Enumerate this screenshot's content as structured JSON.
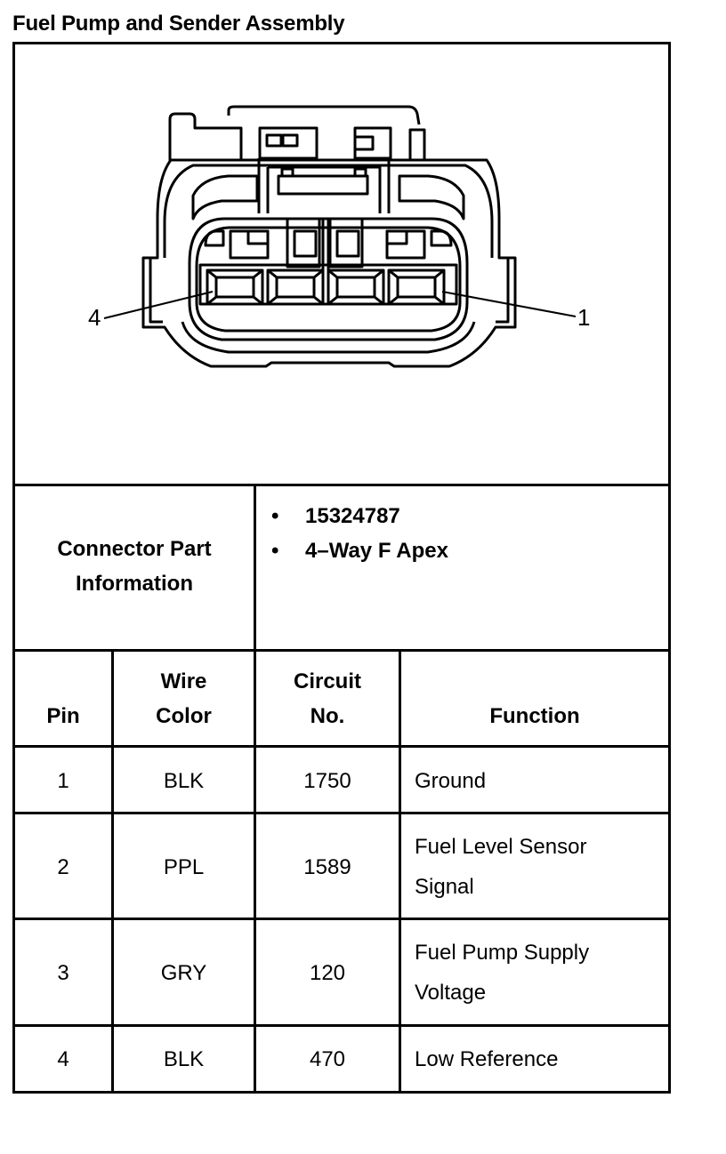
{
  "title": "Fuel Pump and Sender Assembly",
  "diagram": {
    "pin_label_left": "4",
    "pin_label_right": "1"
  },
  "connector": {
    "label_line1": "Connector Part",
    "label_line2": "Information",
    "bullet": "•",
    "items": [
      "15324787",
      "4–Way F Apex"
    ]
  },
  "table": {
    "headers": {
      "pin": "Pin",
      "wire_line1": "Wire",
      "wire_line2": "Color",
      "circuit_line1": "Circuit",
      "circuit_line2": "No.",
      "function": "Function"
    },
    "rows": [
      {
        "pin": "1",
        "color": "BLK",
        "circuit": "1750",
        "function_line1": "Ground",
        "function_line2": ""
      },
      {
        "pin": "2",
        "color": "PPL",
        "circuit": "1589",
        "function_line1": "Fuel Level Sensor",
        "function_line2": "Signal"
      },
      {
        "pin": "3",
        "color": "GRY",
        "circuit": "120",
        "function_line1": "Fuel Pump Supply",
        "function_line2": "Voltage"
      },
      {
        "pin": "4",
        "color": "BLK",
        "circuit": "470",
        "function_line1": "Low Reference",
        "function_line2": ""
      }
    ]
  }
}
